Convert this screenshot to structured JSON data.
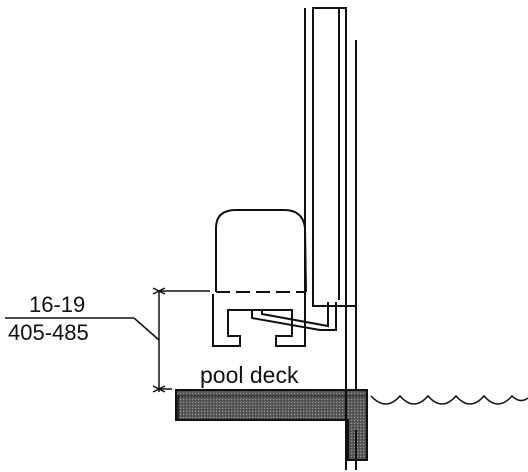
{
  "dimension": {
    "inches": "16-19",
    "millimeters": "405-485"
  },
  "labels": {
    "deck": "pool deck"
  },
  "colors": {
    "line": "#111111",
    "deck_fill": "#6e6e6e",
    "background": "#ffffff"
  }
}
